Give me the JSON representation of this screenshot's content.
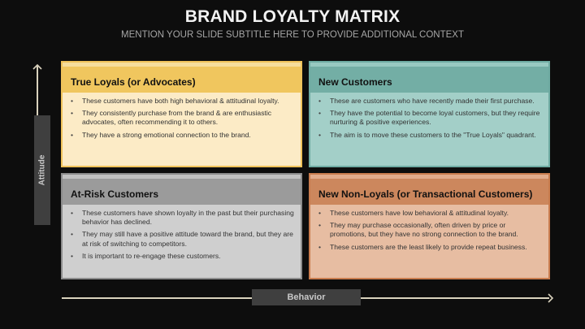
{
  "header": {
    "title": "BRAND LOYALTY MATRIX",
    "subtitle": "MENTION YOUR SLIDE SUBTITLE HERE TO PROVIDE ADDITIONAL CONTEXT"
  },
  "axes": {
    "y_label": "Attitude",
    "x_label": "Behavior",
    "line_color": "#d9d2bd",
    "label_bg": "#3f3f3f"
  },
  "quadrants": [
    {
      "position": "top-left",
      "title": "True Loyals (or Advocates)",
      "header_color": "#f0c65e",
      "body_color": "#fcebc6",
      "bullets": [
        "These customers have both high behavioral & attitudinal loyalty.",
        "They consistently purchase from the brand & are enthusiastic advocates, often recommending it to others.",
        "They have a strong emotional connection to the brand."
      ]
    },
    {
      "position": "top-right",
      "title": "New Customers",
      "header_color": "#73aea5",
      "body_color": "#a3cfc8",
      "bullets": [
        "These are customers who have recently made their first purchase.",
        "They have the potential to become loyal customers, but they require nurturing & positive experiences.",
        "The aim is to move these customers to the \"True Loyals\" quadrant."
      ]
    },
    {
      "position": "bottom-left",
      "title": "At-Risk Customers",
      "header_color": "#9b9b9b",
      "body_color": "#cfcfcf",
      "bullets": [
        "These customers have shown loyalty in the past but their purchasing behavior has declined.",
        "They may still have a positive attitude toward the brand, but they are at risk of switching to competitors.",
        "It is important to re-engage these customers."
      ]
    },
    {
      "position": "bottom-right",
      "title": "New Non-Loyals (or Transactional Customers)",
      "header_color": "#cc875d",
      "body_color": "#e7bda2",
      "bullets": [
        "These customers have low behavioral & attitudinal loyalty.",
        "They may purchase occasionally, often driven by price or promotions, but they have no strong connection to the brand.",
        "These customers are the least likely to provide repeat business."
      ]
    }
  ]
}
